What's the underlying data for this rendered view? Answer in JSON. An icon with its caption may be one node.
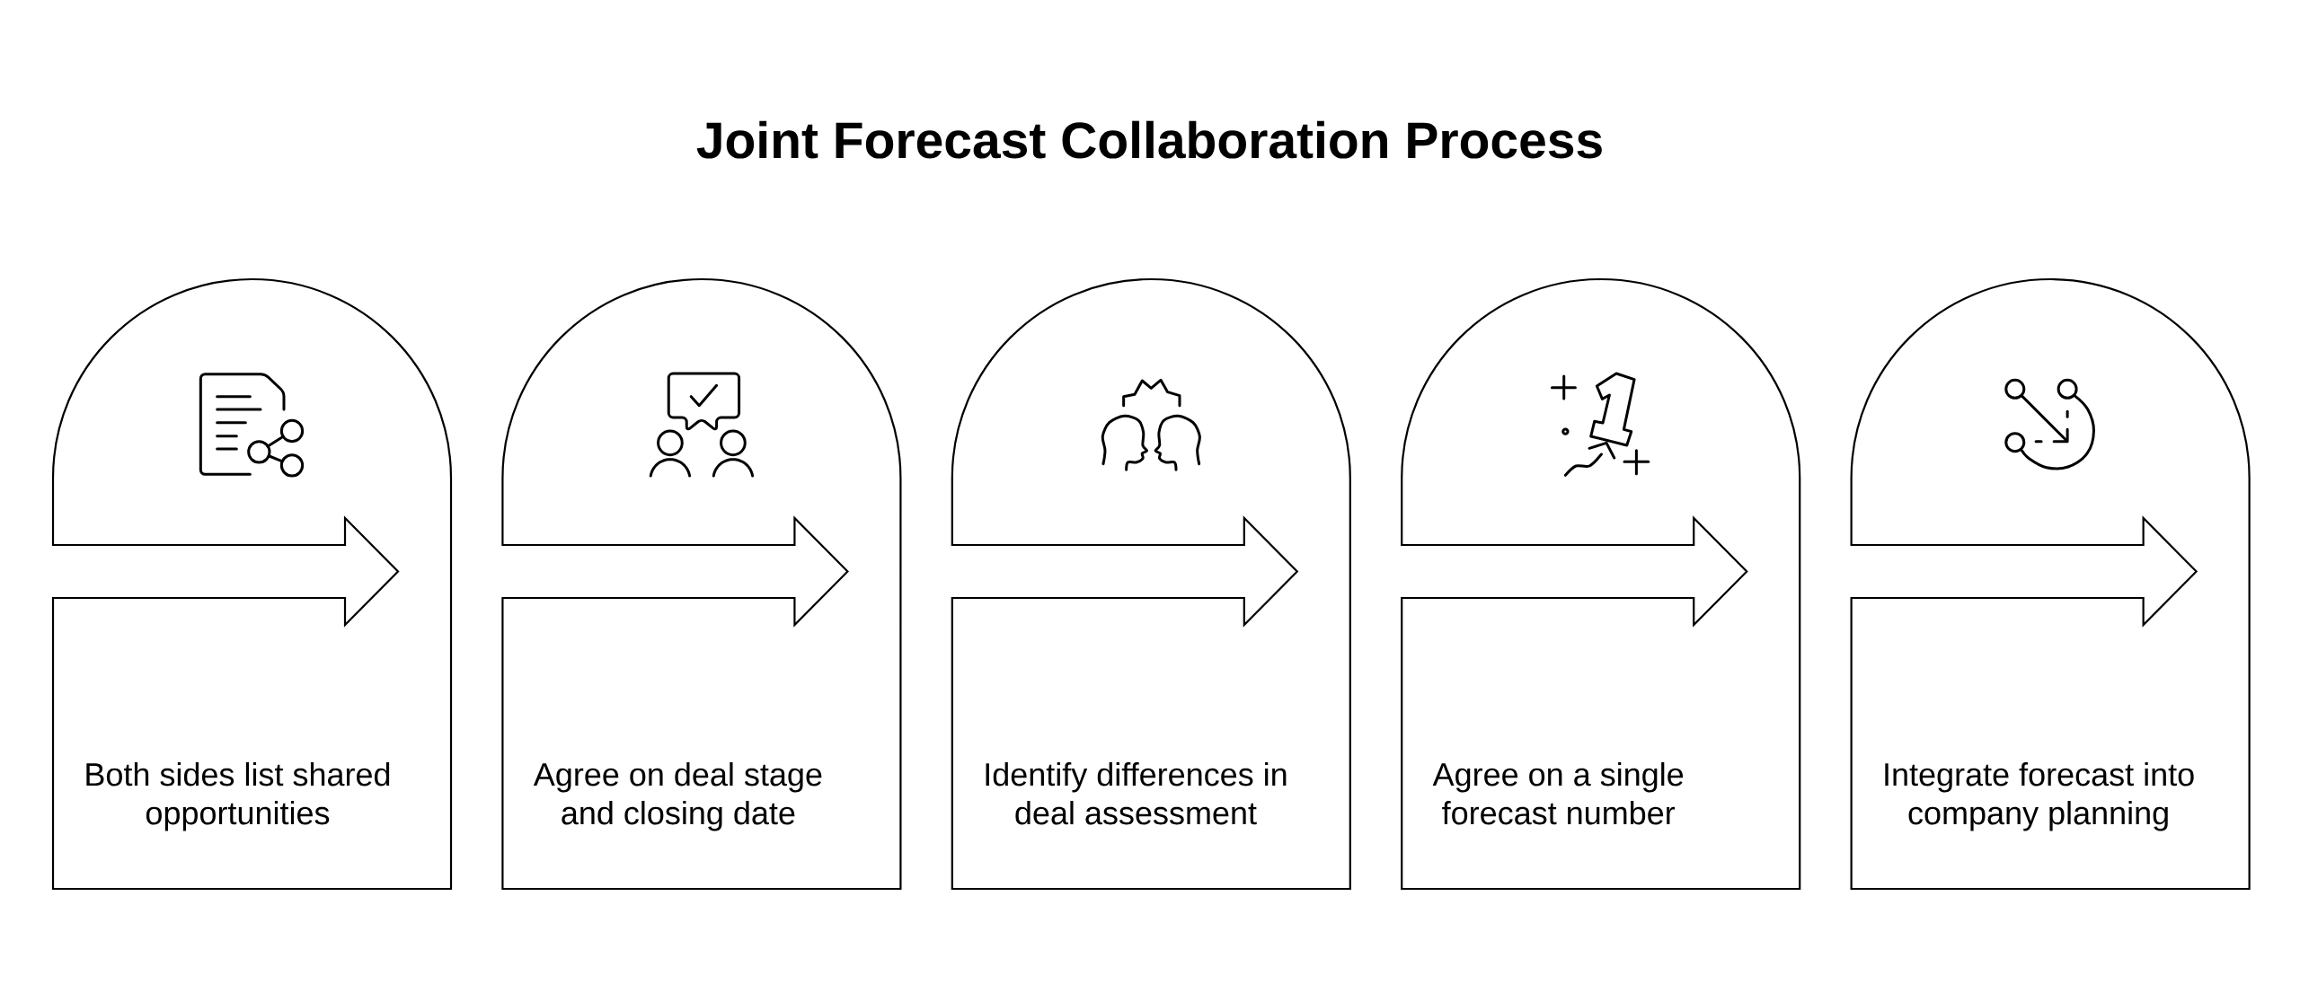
{
  "diagram": {
    "title": "Joint Forecast Collaboration Process",
    "nodes": [
      {
        "text": [
          "Both sides list shared opportunities"
        ]
      },
      {
        "text": [
          "Agree on deal stage and closing date"
        ]
      },
      {
        "text": [
          "Identify differences in deal assessment"
        ]
      },
      {
        "text": [
          "Agree on a single forecast number"
        ]
      },
      {
        "text": [
          "Integrate forecast into company planning"
        ]
      }
    ]
  }
}
